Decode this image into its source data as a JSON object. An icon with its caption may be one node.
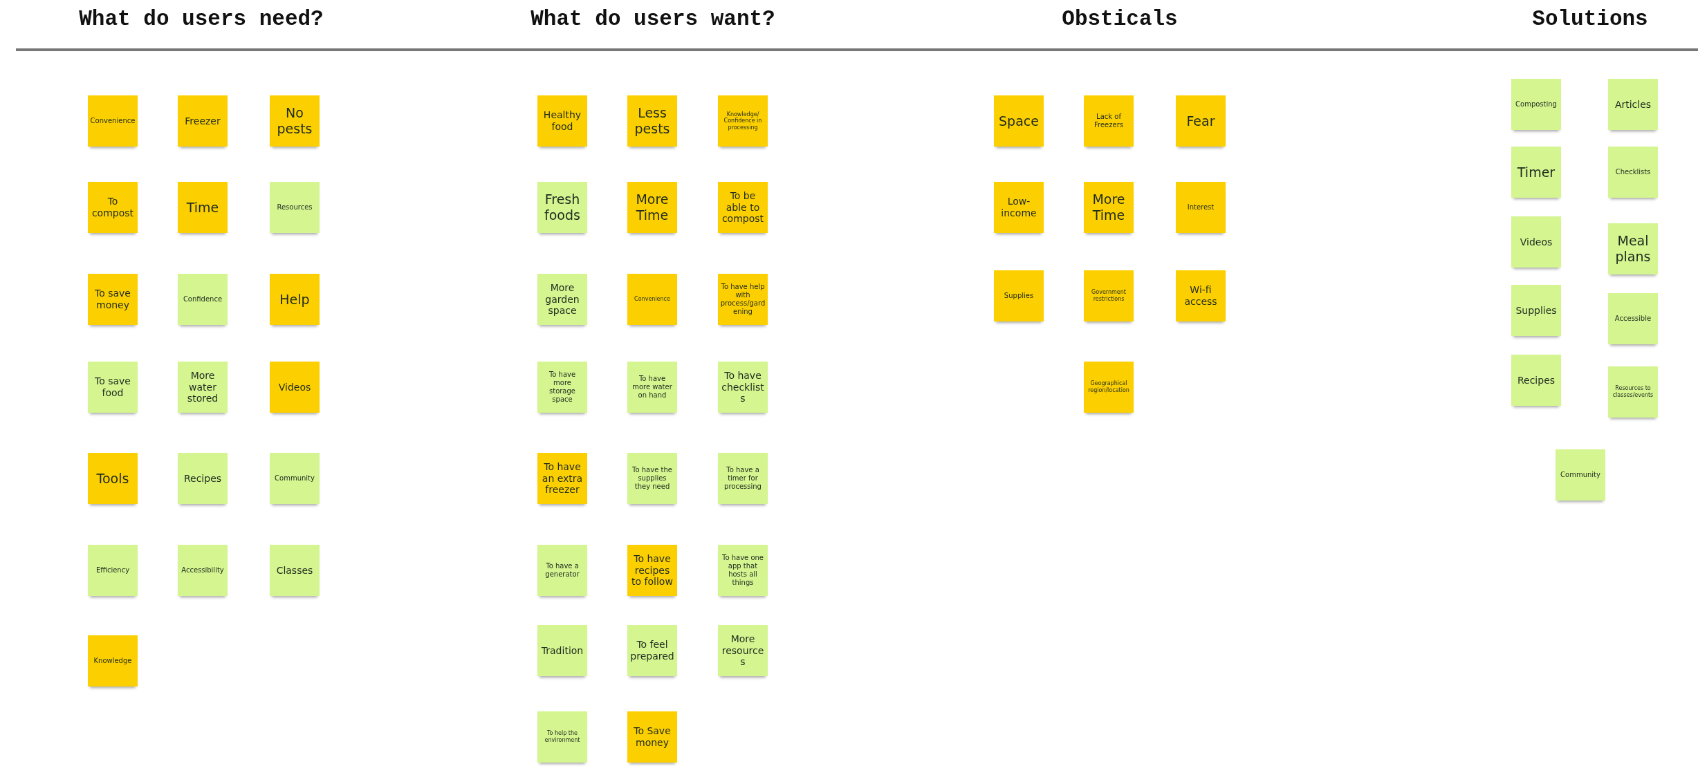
{
  "diagram": {
    "nodes": [
      {
        "text": [
          "Convenience"
        ]
      },
      {
        "text": [
          "Freezer"
        ]
      },
      {
        "text": [
          "No pests"
        ]
      },
      {
        "text": [
          "To compost"
        ]
      },
      {
        "text": [
          "Time"
        ]
      },
      {
        "text": [
          "Resources"
        ]
      },
      {
        "text": [
          "To save money"
        ]
      },
      {
        "text": [
          "Confidence"
        ]
      },
      {
        "text": [
          "Help"
        ]
      },
      {
        "text": [
          "To save food"
        ]
      },
      {
        "text": [
          "More water stored"
        ]
      },
      {
        "text": [
          "Videos"
        ]
      },
      {
        "text": [
          "Tools"
        ]
      },
      {
        "text": [
          "Recipes"
        ]
      },
      {
        "text": [
          "Community"
        ]
      },
      {
        "text": [
          "Efficiency"
        ]
      },
      {
        "text": [
          "Accessibility"
        ]
      },
      {
        "text": [
          "Classes"
        ]
      },
      {
        "text": [
          "Knowledge"
        ]
      },
      {
        "text": [
          "Healthy food"
        ]
      },
      {
        "text": [
          "Less pests"
        ]
      },
      {
        "text": [
          "Knowledge/ Confidence in processing"
        ]
      },
      {
        "text": [
          "Fresh foods"
        ]
      },
      {
        "text": [
          "More Time"
        ]
      },
      {
        "text": [
          "To be able to compost"
        ]
      },
      {
        "text": [
          "More garden space"
        ]
      },
      {
        "text": [
          "Convenience"
        ]
      },
      {
        "text": [
          "To have help with process/gardening"
        ]
      },
      {
        "text": [
          "To have more storage space"
        ]
      },
      {
        "text": [
          "To have more water on hand"
        ]
      },
      {
        "text": [
          "To have checklists"
        ]
      },
      {
        "text": [
          "To have an extra freezer"
        ]
      },
      {
        "text": [
          "To have the supplies they need"
        ]
      },
      {
        "text": [
          "To have a timer for processing"
        ]
      },
      {
        "text": [
          "To have a generator"
        ]
      },
      {
        "text": [
          "To have recipes to follow"
        ]
      },
      {
        "text": [
          "To have one app that hosts all things"
        ]
      },
      {
        "text": [
          "Tradition"
        ]
      },
      {
        "text": [
          "To feel prepared"
        ]
      },
      {
        "text": [
          "More resources"
        ]
      },
      {
        "text": [
          "To help the environment"
        ]
      },
      {
        "text": [
          "To Save money"
        ]
      },
      {
        "text": [
          "Space"
        ]
      },
      {
        "text": [
          "Lack of Freezers"
        ]
      },
      {
        "text": [
          "Fear"
        ]
      },
      {
        "text": [
          "Low-income"
        ]
      },
      {
        "text": [
          "More Time"
        ]
      },
      {
        "text": [
          "Interest"
        ]
      },
      {
        "text": [
          "Supplies"
        ]
      },
      {
        "text": [
          "Government restrictions"
        ]
      },
      {
        "text": [
          "Wi-fi access"
        ]
      },
      {
        "text": [
          "Geographical region/location"
        ]
      },
      {
        "text": [
          "Composting"
        ]
      },
      {
        "text": [
          "Articles"
        ]
      },
      {
        "text": [
          "Timer"
        ]
      },
      {
        "text": [
          "Checklists"
        ]
      },
      {
        "text": [
          "Videos"
        ]
      },
      {
        "text": [
          "Meal plans"
        ]
      },
      {
        "text": [
          "Supplies"
        ]
      },
      {
        "text": [
          "Accessible"
        ]
      },
      {
        "text": [
          "Recipes"
        ]
      },
      {
        "text": [
          "Resources to classes/events"
        ]
      },
      {
        "text": [
          "Community"
        ]
      }
    ],
    "labels": [
      "What do users need?",
      "What do users want?",
      "Obsticals",
      "Solutions"
    ]
  }
}
